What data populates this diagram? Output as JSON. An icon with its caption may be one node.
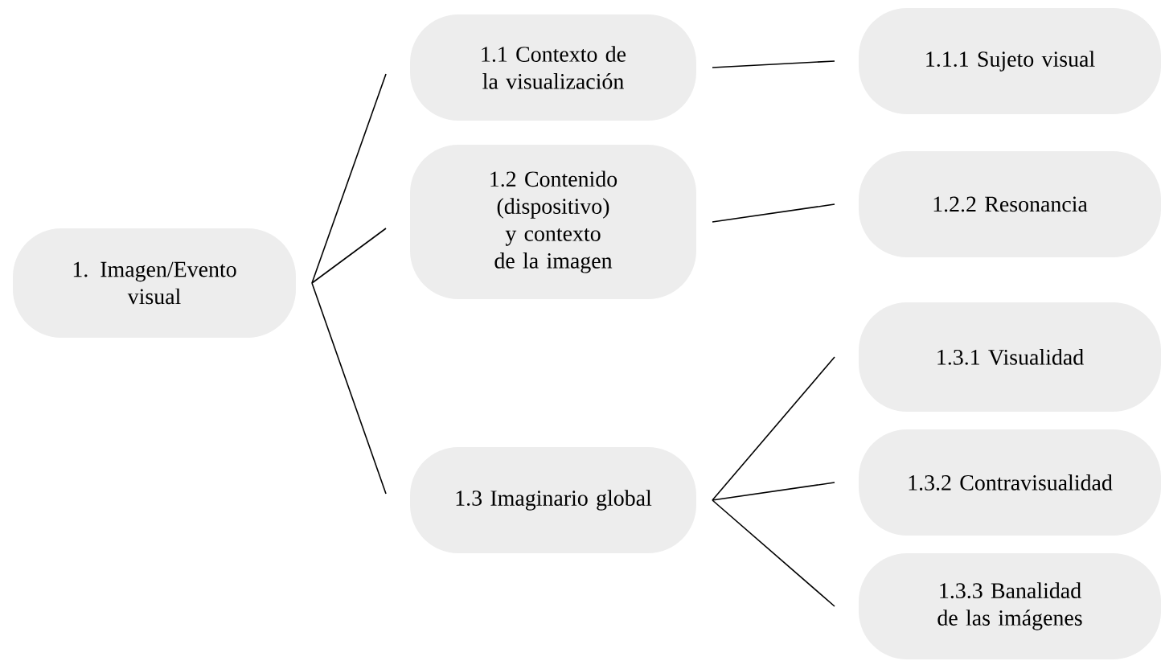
{
  "diagram": {
    "nodes": [
      {
        "text": [
          "1. Imagen/Evento visual"
        ]
      },
      {
        "text": [
          "1.1 Contexto de la visualización"
        ]
      },
      {
        "text": [
          "1.2 Contenido (dispositivo) y contexto de la imagen"
        ]
      },
      {
        "text": [
          "1.3 Imaginario global"
        ]
      },
      {
        "text": [
          "1.1.1 Sujeto visual"
        ]
      },
      {
        "text": [
          "1.2.2 Resonancia"
        ]
      },
      {
        "text": [
          "1.3.1 Visualidad"
        ]
      },
      {
        "text": [
          "1.3.2 Contravisualidad"
        ]
      },
      {
        "text": [
          "1.3.3 Banalidad de las imágenes"
        ]
      }
    ],
    "edges": [
      {
        "from": 0,
        "to": 1,
        "arrow": "none"
      },
      {
        "from": 0,
        "to": 2,
        "arrow": "none"
      },
      {
        "from": 0,
        "to": 3,
        "arrow": "none"
      },
      {
        "from": 1,
        "to": 4,
        "arrow": "none"
      },
      {
        "from": 2,
        "to": 5,
        "arrow": "none"
      },
      {
        "from": 3,
        "to": 6,
        "arrow": "none"
      },
      {
        "from": 3,
        "to": 7,
        "arrow": "none"
      },
      {
        "from": 3,
        "to": 8,
        "arrow": "none"
      }
    ]
  }
}
